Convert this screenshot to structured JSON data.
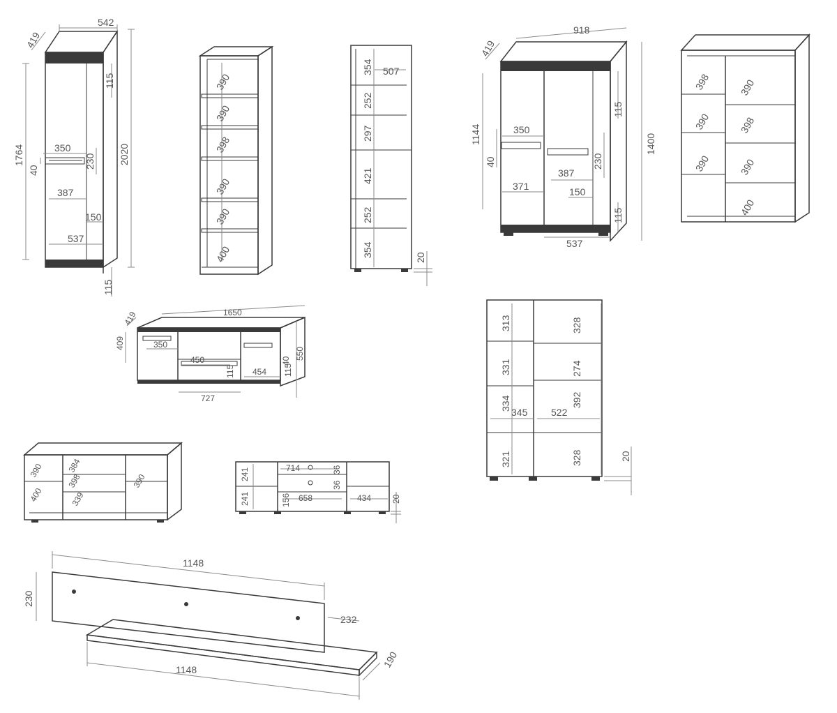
{
  "colors": {
    "line": "#3a3a3a",
    "dimension": "#8a8a8a",
    "text": "#555555",
    "background": "#ffffff"
  },
  "tall_cabinet": {
    "depth": "419",
    "width": "542",
    "height": "2020",
    "door_height": "1764",
    "top_gap": "115",
    "base_height": "115",
    "handle_length": "350",
    "handle_height": "40",
    "handle_offset": "230",
    "door_width": "387",
    "side_gap": "150",
    "inner_width": "537"
  },
  "tall_shelf_unit": {
    "spacings": [
      "390",
      "390",
      "398",
      "390",
      "390",
      "400"
    ]
  },
  "narrow_cabinet": {
    "spacings": [
      "354",
      "252",
      "297",
      "421",
      "252",
      "354"
    ],
    "width": "507",
    "feet": "20"
  },
  "highboard": {
    "depth": "419",
    "width": "918",
    "height": "1400",
    "door_height": "1144",
    "top_gap": "115",
    "base_height": "115",
    "handle_length": "350",
    "handle_height": "40",
    "handle_offset": "230",
    "door_width": "387",
    "left_door_width": "371",
    "side_gap": "150",
    "inner_width": "537"
  },
  "highboard_open": {
    "left_spacings": [
      "398",
      "390",
      "390"
    ],
    "right_spacings": [
      "390",
      "398",
      "390",
      "400"
    ]
  },
  "tv_unit": {
    "depth": "419",
    "width": "1650",
    "height": "550",
    "front_height": "409",
    "handle_length": "350",
    "drawer_handle": "450",
    "handle_height": "40",
    "side_width": "454",
    "handle_gap": "115",
    "drawer_width": "727"
  },
  "dresser_open": {
    "left_spacings": [
      "313",
      "331",
      "334",
      "321"
    ],
    "right_spacings": [
      "328",
      "274",
      "392",
      "328"
    ],
    "left_width": "345",
    "right_width": "522",
    "feet": "20"
  },
  "tv_unit_open": {
    "spacings": [
      "390",
      "400",
      "384",
      "398",
      "339",
      "390"
    ]
  },
  "tv_unit_front": {
    "heights": [
      "241",
      "241"
    ],
    "top_width": "714",
    "drawer_gap": "36",
    "drawer_gap_2": "36",
    "inner_width": "658",
    "inner_height": "156",
    "side_width": "434",
    "feet": "20"
  },
  "wall_panel": {
    "width": "1148",
    "height": "230",
    "offset": "232"
  },
  "wall_shelf": {
    "width": "1148",
    "depth": "190"
  }
}
